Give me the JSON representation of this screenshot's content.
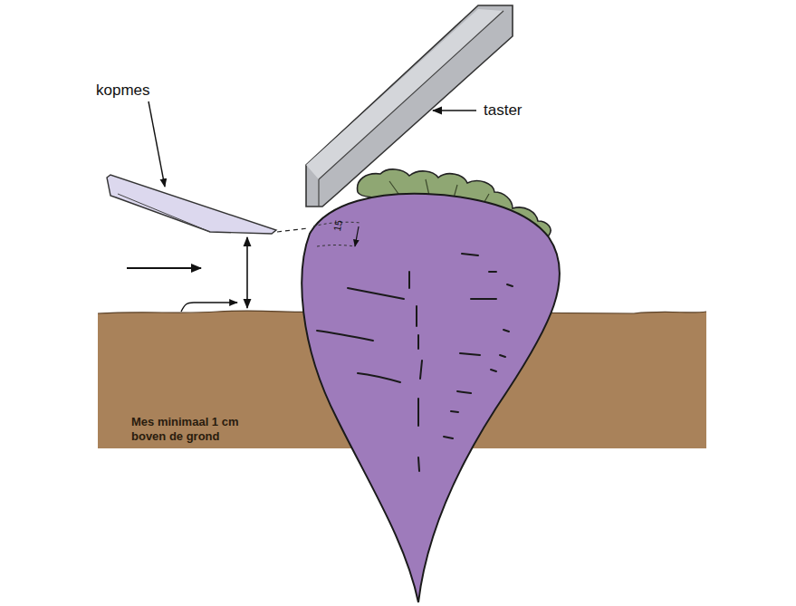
{
  "diagram": {
    "nodes": [
      {
        "text": [
          "Mes minimaal 1 cm boven de grond"
        ]
      }
    ],
    "labels": [
      "taster",
      "kopmes",
      "15"
    ]
  }
}
